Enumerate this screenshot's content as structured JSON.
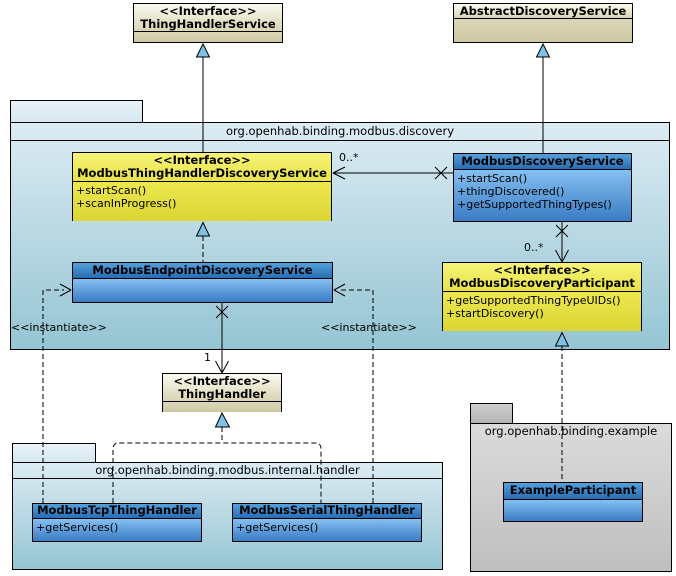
{
  "packages": {
    "discovery": {
      "label": "org.openhab.binding.modbus.discovery"
    },
    "handler": {
      "label": "org.openhab.binding.modbus.internal.handler"
    },
    "example": {
      "label": "org.openhab.binding.example"
    }
  },
  "classes": {
    "thing_handler_service": {
      "stereotype": "<<Interface>>",
      "name": "ThingHandlerService"
    },
    "abstract_discovery_service": {
      "name": "AbstractDiscoveryService"
    },
    "modbus_thing_handler_discovery_service": {
      "stereotype": "<<Interface>>",
      "name": "ModbusThingHandlerDiscoveryService",
      "methods": [
        "+startScan()",
        "+scanInProgress()"
      ]
    },
    "modbus_discovery_service": {
      "name": "ModbusDiscoveryService",
      "methods": [
        "+startScan()",
        "+thingDiscovered()",
        "+getSupportedThingTypes()"
      ]
    },
    "modbus_endpoint_discovery_service": {
      "name": "ModbusEndpointDiscoveryService"
    },
    "modbus_discovery_participant": {
      "stereotype": "<<Interface>>",
      "name": "ModbusDiscoveryParticipant",
      "methods": [
        "+getSupportedThingTypeUIDs()",
        "+startDiscovery()"
      ]
    },
    "thing_handler": {
      "stereotype": "<<Interface>>",
      "name": "ThingHandler"
    },
    "modbus_tcp_thing_handler": {
      "name": "ModbusTcpThingHandler",
      "methods": [
        "+getServices()"
      ]
    },
    "modbus_serial_thing_handler": {
      "name": "ModbusSerialThingHandler",
      "methods": [
        "+getServices()"
      ]
    },
    "example_participant": {
      "name": "ExampleParticipant"
    }
  },
  "connector_labels": {
    "mult_mds_to_mthds": "0..*",
    "mult_mds_to_participant": "0..*",
    "mult_meds_to_thinghandler": "1",
    "instantiate_left": "<<instantiate>>",
    "instantiate_right": "<<instantiate>>"
  },
  "colors": {
    "interface_tan": "#d9d4b3",
    "interface_yellow": "#e8e348",
    "class_blue_header": "#2a6cb2",
    "class_blue_body": "#3a7cc4",
    "package_cyan": "#95c5d3",
    "package_gray": "#bfbfbf",
    "triangle_blue": "#7ec2e8",
    "line": "#000000"
  }
}
